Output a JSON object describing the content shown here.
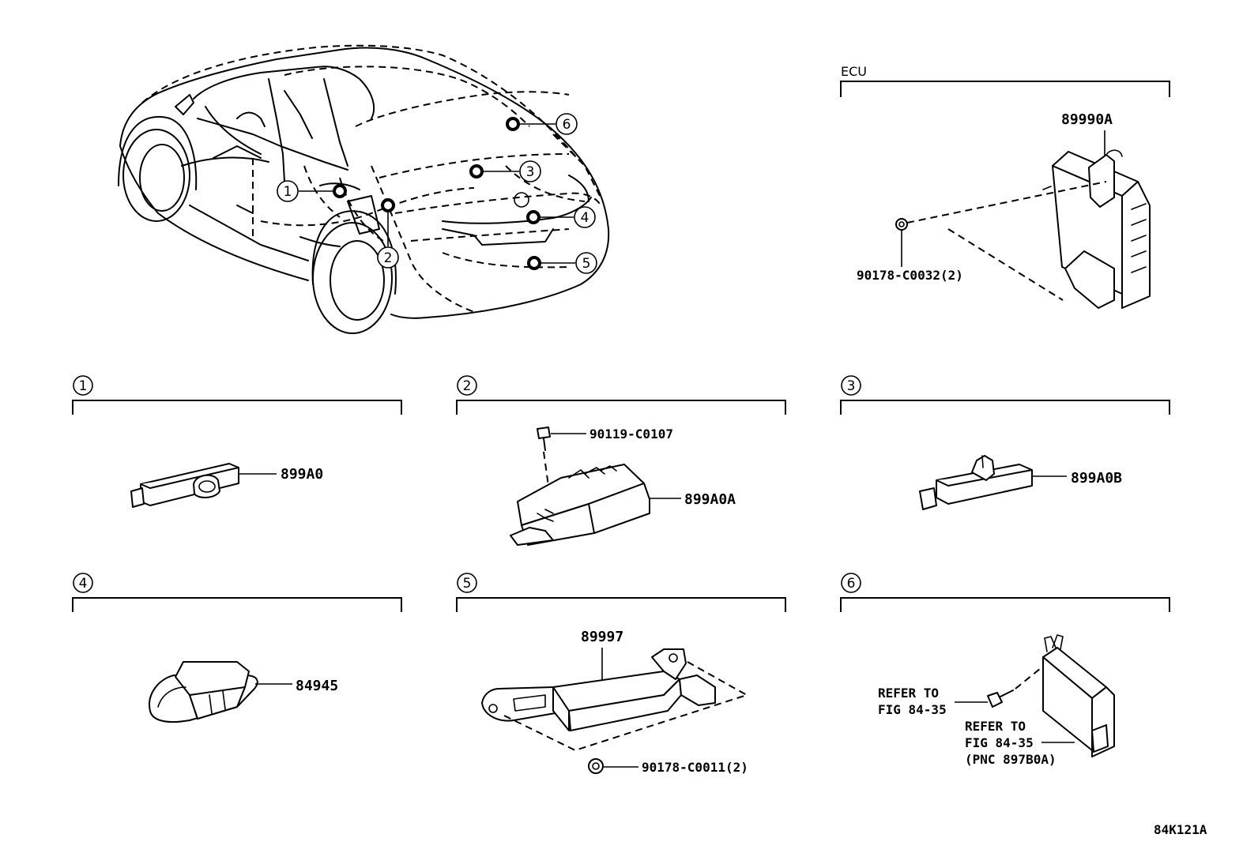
{
  "ecu_section": {
    "title": "ECU",
    "part_number": "89990A",
    "fastener": "90178-C0032(2)"
  },
  "callouts": [
    "1",
    "2",
    "3",
    "4",
    "5",
    "6"
  ],
  "sections": [
    {
      "num": "1",
      "part": "899A0"
    },
    {
      "num": "2",
      "part": "899A0A",
      "fastener": "90119-C0107"
    },
    {
      "num": "3",
      "part": "899A0B"
    },
    {
      "num": "4",
      "part": "84945"
    },
    {
      "num": "5",
      "part": "89997",
      "fastener": "90178-C0011(2)"
    },
    {
      "num": "6",
      "refer1_line1": "REFER TO",
      "refer1_line2": "FIG 84-35",
      "refer2_line1": "REFER TO",
      "refer2_line2": "FIG 84-35",
      "refer2_line3": "(PNC 897B0A)"
    }
  ],
  "figure_id": "84K121A"
}
